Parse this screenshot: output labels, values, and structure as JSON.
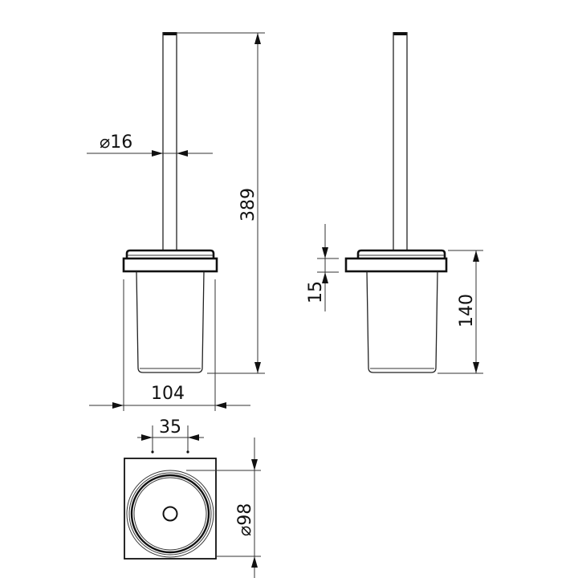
{
  "drawing": {
    "title": "Toilet brush holder technical drawing",
    "views": [
      "front-view",
      "side-view",
      "top-view"
    ],
    "line_color": "#222222",
    "background": "#ffffff"
  },
  "dimensions": {
    "handle_diameter": {
      "symbol": "⌀",
      "value": "16",
      "label": "⌀16"
    },
    "total_height": {
      "value": "389",
      "unit": "mm"
    },
    "width": {
      "value": "104",
      "unit": "mm"
    },
    "handle_offset": {
      "value": "35",
      "unit": "mm"
    },
    "base_diameter": {
      "symbol": "⌀",
      "value": "98",
      "label": "⌀98"
    },
    "flange_thickness": {
      "value": "15",
      "unit": "mm"
    },
    "holder_height": {
      "value": "140",
      "unit": "mm"
    }
  }
}
